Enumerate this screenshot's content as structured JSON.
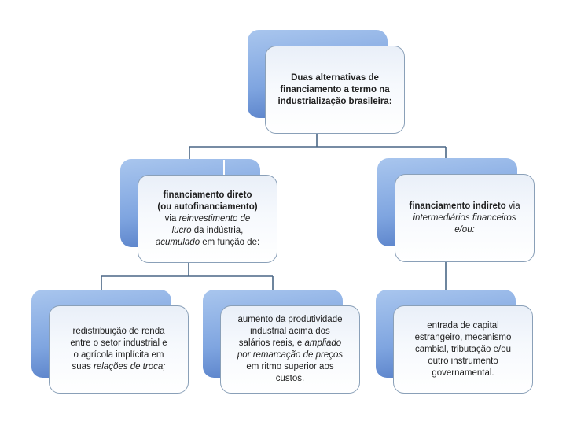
{
  "diagram": {
    "type": "hierarchy",
    "nodes": {
      "root": {
        "name": "duas-alternativas",
        "runs": [
          {
            "t": "Duas alternativas de",
            "s": "b"
          },
          {
            "br": true
          },
          {
            "t": "financiamento a termo na",
            "s": "b"
          },
          {
            "br": true
          },
          {
            "t": "industrialização brasileira:",
            "s": "b"
          }
        ]
      },
      "direct": {
        "name": "financiamento-direto",
        "runs": [
          {
            "t": "financiamento direto",
            "s": "b"
          },
          {
            "br": true
          },
          {
            "t": "(ou autofinanciamento)",
            "s": "b"
          },
          {
            "br": true
          },
          {
            "t": "via ",
            "s": "r"
          },
          {
            "t": "reinvestimento de",
            "s": "i"
          },
          {
            "br": true
          },
          {
            "t": "lucro",
            "s": "i"
          },
          {
            "t": " da indústria,",
            "s": "r"
          },
          {
            "br": true
          },
          {
            "t": "acumulado",
            "s": "i"
          },
          {
            "t": " em função de:",
            "s": "r"
          }
        ]
      },
      "indirect": {
        "name": "financiamento-indireto",
        "runs": [
          {
            "t": "financiamento indireto",
            "s": "b"
          },
          {
            "t": " via",
            "s": "r"
          },
          {
            "br": true
          },
          {
            "t": "intermediários financeiros",
            "s": "i"
          },
          {
            "br": true
          },
          {
            "t": "e/ou:",
            "s": "i"
          }
        ]
      },
      "redistribution": {
        "name": "redistribuicao-de-renda",
        "runs": [
          {
            "t": "redistribuição de renda",
            "s": "r"
          },
          {
            "br": true
          },
          {
            "t": "entre o setor industrial e",
            "s": "r"
          },
          {
            "br": true
          },
          {
            "t": "o agrícola implícita em",
            "s": "r"
          },
          {
            "br": true
          },
          {
            "t": "suas ",
            "s": "r"
          },
          {
            "t": "relações de troca;",
            "s": "i"
          }
        ]
      },
      "productivity": {
        "name": "aumento-da-produtividade",
        "runs": [
          {
            "t": "aumento da produtividade",
            "s": "r"
          },
          {
            "br": true
          },
          {
            "t": "industrial acima dos",
            "s": "r"
          },
          {
            "br": true
          },
          {
            "t": "salários reais, e ",
            "s": "r"
          },
          {
            "t": "ampliado",
            "s": "i"
          },
          {
            "br": true
          },
          {
            "t": "por remarcação de preços",
            "s": "i"
          },
          {
            "br": true
          },
          {
            "t": "em ritmo superior aos",
            "s": "r"
          },
          {
            "br": true
          },
          {
            "t": "custos.",
            "s": "r"
          }
        ]
      },
      "foreign": {
        "name": "entrada-de-capital",
        "runs": [
          {
            "t": "entrada de capital",
            "s": "r"
          },
          {
            "br": true
          },
          {
            "t": "estrangeiro, mecanismo",
            "s": "r"
          },
          {
            "br": true
          },
          {
            "t": "cambial, tributação e/ou",
            "s": "r"
          },
          {
            "br": true
          },
          {
            "t": "outro instrumento",
            "s": "r"
          },
          {
            "br": true
          },
          {
            "t": "governamental.",
            "s": "r"
          }
        ]
      }
    },
    "edges": [
      {
        "from": "root",
        "to": "direct"
      },
      {
        "from": "root",
        "to": "indirect"
      },
      {
        "from": "direct",
        "to": "redistribution"
      },
      {
        "from": "direct",
        "to": "productivity"
      },
      {
        "from": "indirect",
        "to": "foreign"
      }
    ]
  },
  "colors": {
    "accent_light": "#a9c6ee",
    "accent_mid": "#7fa5e0",
    "accent_dark": "#4d76c2",
    "box_fill_top": "#e9eff8",
    "box_fill_mid": "#f6f9fd",
    "box_fill_bottom": "#ffffff",
    "box_border": "#8aa0b8",
    "connector": "#4a6785",
    "text": "#1f1f1f"
  }
}
